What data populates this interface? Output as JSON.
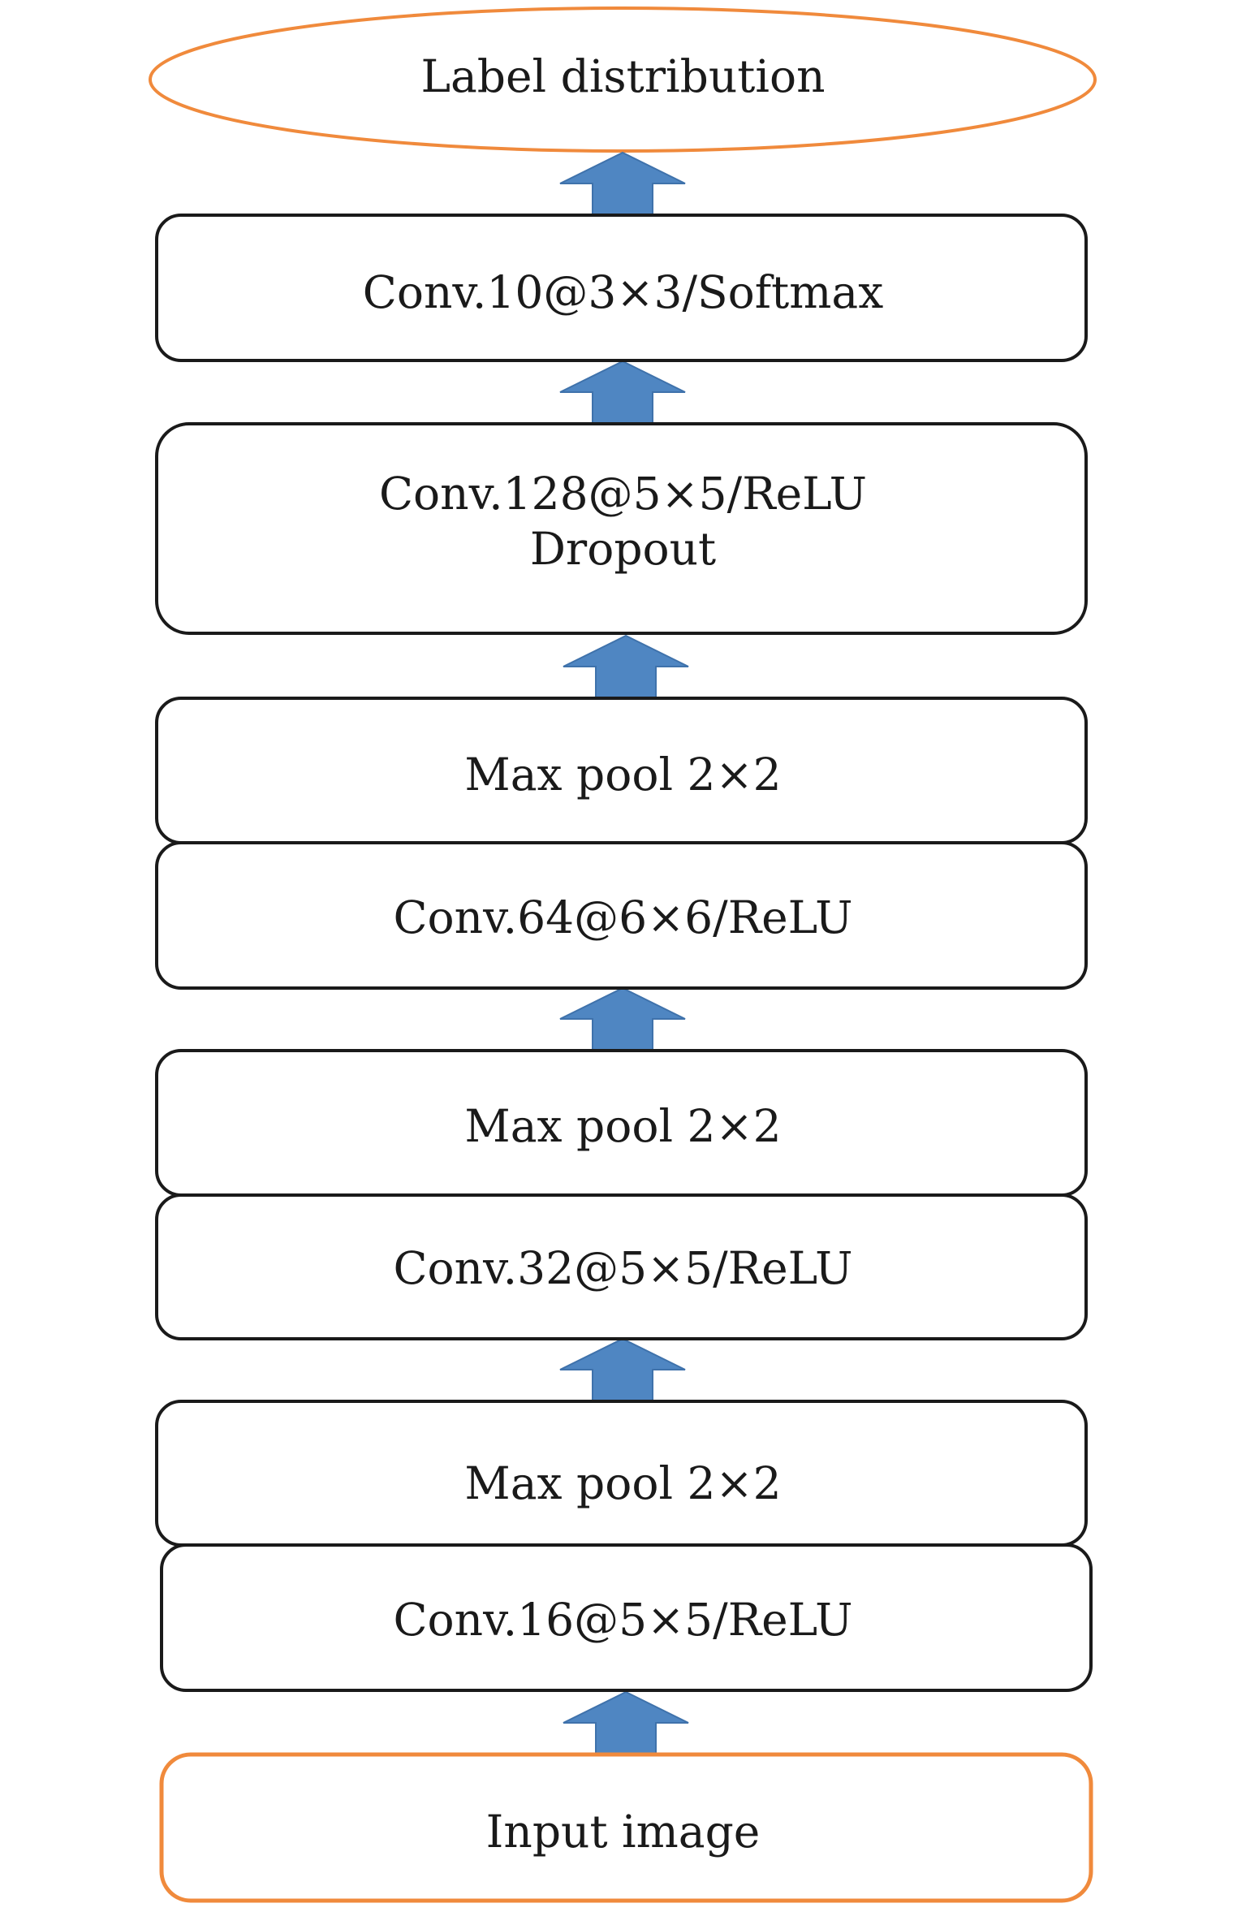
{
  "diagram": {
    "output": "Label distribution",
    "layers": [
      {
        "text": "Conv.10@3×3/Softmax"
      },
      {
        "text": "Conv.128@5×5/ReLU",
        "text2": "Dropout"
      },
      {
        "text": "Max pool 2×2"
      },
      {
        "text": "Conv.64@6×6/ReLU"
      },
      {
        "text": "Max pool 2×2"
      },
      {
        "text": "Conv.32@5×5/ReLU"
      },
      {
        "text": "Max pool 2×2"
      },
      {
        "text": "Conv.16@5×5/ReLU"
      }
    ],
    "input": "Input image",
    "colors": {
      "arrow": "#4f86c2",
      "arrow_stroke": "#3f72ab",
      "box_border": "#1a1a1a",
      "io_border": "#f08a3c"
    }
  }
}
